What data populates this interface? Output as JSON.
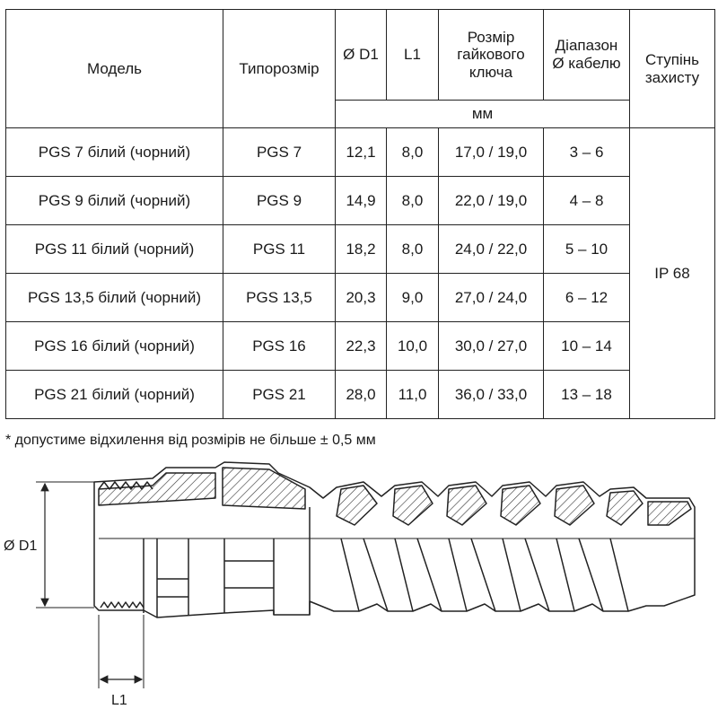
{
  "table": {
    "headers": {
      "model": "Модель",
      "size": "Типорозмір",
      "d1": "Ø D1",
      "l1": "L1",
      "wrench": "Розмір гайкового ключа",
      "range": "Діапазон Ø кабелю",
      "protection": "Ступінь захисту"
    },
    "unit": "мм",
    "rows": [
      {
        "model": "PGS 7 білий (чорний)",
        "size": "PGS 7",
        "d1": "12,1",
        "l1": "8,0",
        "wrench": "17,0 / 19,0",
        "range": "3 – 6"
      },
      {
        "model": "PGS 9 білий (чорний)",
        "size": "PGS 9",
        "d1": "14,9",
        "l1": "8,0",
        "wrench": "22,0 / 19,0",
        "range": "4 – 8"
      },
      {
        "model": "PGS 11 білий (чорний)",
        "size": "PGS 11",
        "d1": "18,2",
        "l1": "8,0",
        "wrench": "24,0 / 22,0",
        "range": "5 – 10"
      },
      {
        "model": "PGS 13,5 білий (чорний)",
        "size": "PGS 13,5",
        "d1": "20,3",
        "l1": "9,0",
        "wrench": "27,0 / 24,0",
        "range": "6 – 12"
      },
      {
        "model": "PGS 16 білий (чорний)",
        "size": "PGS 16",
        "d1": "22,3",
        "l1": "10,0",
        "wrench": "30,0 / 27,0",
        "range": "10 – 14"
      },
      {
        "model": "PGS 21 білий (чорний)",
        "size": "PGS 21",
        "d1": "28,0",
        "l1": "11,0",
        "wrench": "36,0 / 33,0",
        "range": "13 – 18"
      }
    ],
    "protection_value": "IP 68"
  },
  "note": "* допустиме відхилення від розмірів не більше ± 0,5 мм",
  "drawing": {
    "label_d1": "Ø D1",
    "label_l1": "L1"
  }
}
